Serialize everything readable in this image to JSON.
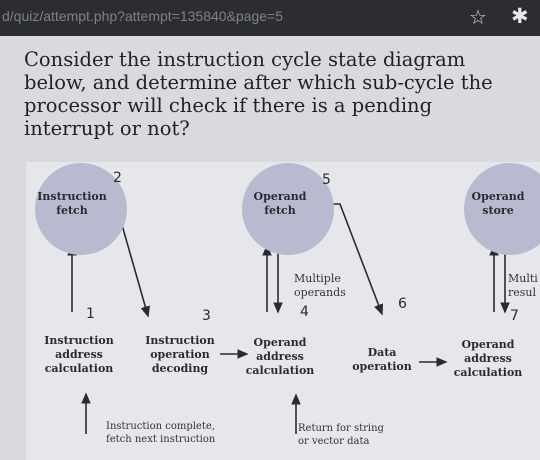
{
  "browser": {
    "url": "d/quiz/attempt.php?attempt=135840&page=5",
    "star_icon": "star-icon",
    "extension_icon": "puzzle-icon"
  },
  "question": {
    "text": "Consider the instruction cycle state diagram below, and determine after which sub-cycle the processor will check if there is a pending interrupt or not?"
  },
  "diagram": {
    "nodes": {
      "instruction_fetch": "Instruction\nfetch",
      "operand_fetch": "Operand\nfetch",
      "operand_store": "Operand\nstore",
      "instruction_address_calculation": "Instruction\naddress\ncalculation",
      "instruction_operation_decoding": "Instruction\noperation\ndecoding",
      "operand_address_calculation_1": "Operand\naddress\ncalculation",
      "data_operation": "Data\noperation",
      "operand_address_calculation_2": "Operand\naddress\ncalculation"
    },
    "numbers": [
      "1",
      "2",
      "3",
      "4",
      "5",
      "6",
      "7"
    ],
    "labels": {
      "multiple_operands": "Multiple\noperands",
      "multiple_results": "Multi\nresul",
      "instruction_complete": "Instruction complete,\nfetch next instruction",
      "return_for_string": "Return for string\nor vector data"
    }
  }
}
